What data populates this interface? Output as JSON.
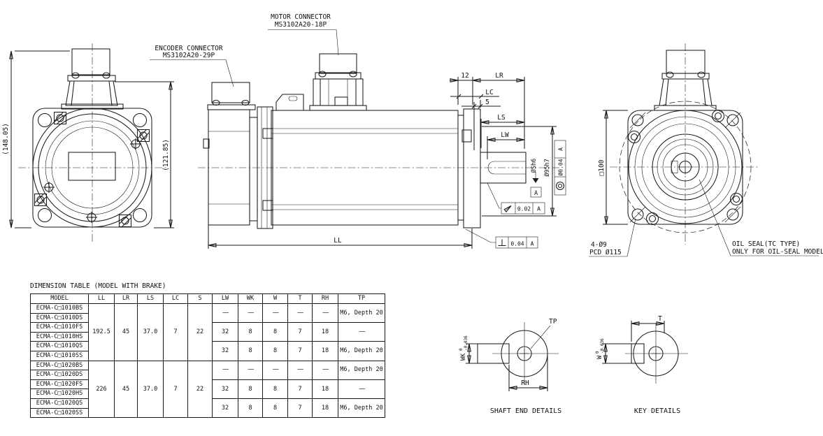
{
  "colors": {
    "ink": "#1b1b1b",
    "bg": "#ffffff"
  },
  "callouts": {
    "motor_connector": [
      "MOTOR CONNECTOR",
      "MS3102A20-18P"
    ],
    "encoder_connector": [
      "ENCODER CONNECTOR",
      "MS3102A20-29P"
    ],
    "oil_seal": [
      "OIL SEAL(TC TYPE)",
      "ONLY FOR OIL-SEAL MODEL"
    ],
    "holes": "4-Ø9",
    "pcd": "PCD Ø115"
  },
  "dims": {
    "front_height": "(148.05)",
    "front_inner_height": "(121.85)",
    "d12": "12",
    "LR": "LR",
    "LC": "LC",
    "d5": "5",
    "LS": "LS",
    "LW": "LW",
    "LL": "LL",
    "shaft_dia": "ØSh6",
    "pilot_dia": "Ø95h7",
    "square": "□100",
    "runout": {
      "value": "Ø0.04",
      "datum": "A"
    },
    "face_runout": {
      "value": "0.02",
      "datum": "A"
    },
    "perp": {
      "value": "0.04",
      "datum": "A"
    },
    "datum_flag": "A"
  },
  "details": {
    "shaft_end_caption": "SHAFT END DETAILS",
    "key_caption": "KEY DETAILS",
    "tp": "TP",
    "rh": "RH",
    "t": "T",
    "wk": "WK",
    "w": "W",
    "tol_upper": "0",
    "tol_lower": "-0.036"
  },
  "table": {
    "title": "DIMENSION TABLE (MODEL WITH BRAKE)",
    "headers": [
      "MODEL",
      "LL",
      "LR",
      "LS",
      "LC",
      "S",
      "LW",
      "WK",
      "W",
      "T",
      "RH",
      "TP"
    ],
    "models": [
      "ECMA-C□1010BS",
      "ECMA-C□1010DS",
      "ECMA-C□1010FS",
      "ECMA-C□1010HS",
      "ECMA-C□1010QS",
      "ECMA-C□1010SS",
      "ECMA-C□1020BS",
      "ECMA-C□1020DS",
      "ECMA-C□1020FS",
      "ECMA-C□1020HS",
      "ECMA-C□1020QS",
      "ECMA-C□1020SS"
    ],
    "group1": {
      "LL": "192.5",
      "LR": "45",
      "LS": "37.0",
      "LC": "7",
      "S": "22"
    },
    "group2": {
      "LL": "226",
      "LR": "45",
      "LS": "37.0",
      "LC": "7",
      "S": "22"
    },
    "sub": [
      {
        "LW": "——",
        "WK": "——",
        "W": "——",
        "T": "——",
        "RH": "——",
        "TP": "M6, Depth 20"
      },
      {
        "LW": "32",
        "WK": "8",
        "W": "8",
        "T": "7",
        "RH": "18",
        "TP": "——"
      },
      {
        "LW": "32",
        "WK": "8",
        "W": "8",
        "T": "7",
        "RH": "18",
        "TP": "M6, Depth 20"
      },
      {
        "LW": "——",
        "WK": "——",
        "W": "——",
        "T": "——",
        "RH": "——",
        "TP": "M6, Depth 20"
      },
      {
        "LW": "32",
        "WK": "8",
        "W": "8",
        "T": "7",
        "RH": "18",
        "TP": "——"
      },
      {
        "LW": "32",
        "WK": "8",
        "W": "8",
        "T": "7",
        "RH": "18",
        "TP": "M6, Depth 20"
      }
    ]
  }
}
